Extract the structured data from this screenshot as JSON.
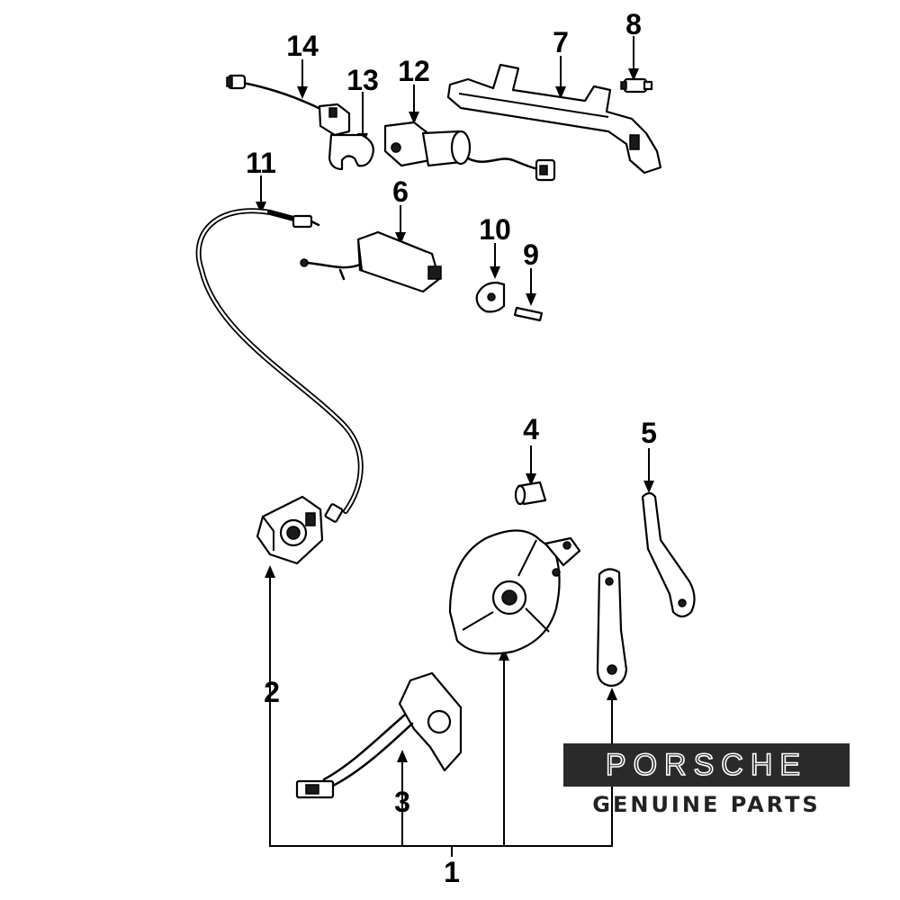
{
  "callouts": {
    "c1": "1",
    "c2": "2",
    "c3": "3",
    "c4": "4",
    "c5": "5",
    "c6": "6",
    "c7": "7",
    "c8": "8",
    "c9": "9",
    "c10": "10",
    "c11": "11",
    "c12": "12",
    "c13": "13",
    "c14": "14"
  },
  "branding": {
    "name": "PORSCHE",
    "tagline": "GENUINE PARTS"
  }
}
